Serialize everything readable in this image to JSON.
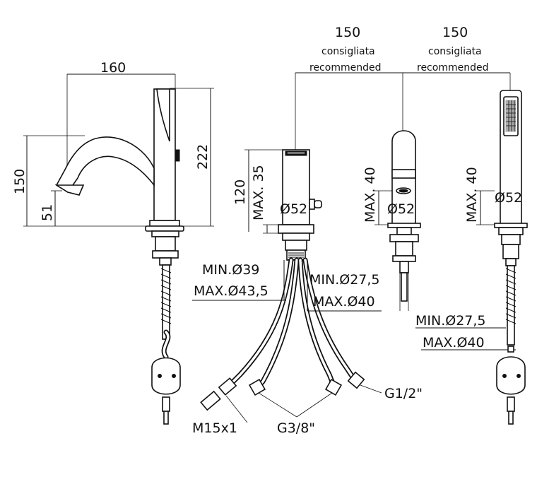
{
  "dimensions": {
    "width_160": "160",
    "height_222": "222",
    "height_150": "150",
    "height_51": "51",
    "height_120": "120",
    "max_35": "MAX. 35",
    "diam_52_a": "Ø52",
    "diam_52_b": "Ø52",
    "diam_52_c": "Ø52",
    "max_40_a": "MAX. 40",
    "max_40_b": "MAX. 40",
    "spacing_150_a": "150",
    "spacing_150_b": "150",
    "consigliata_a": "consigliata",
    "recommended_a": "recommended",
    "consigliata_b": "consigliata",
    "recommended_b": "recommended",
    "min_39": "MIN.Ø39",
    "max_43_5": "MAX.Ø43,5",
    "min_27_5_a": "MIN.Ø27,5",
    "max_40_d_a": "MAX.Ø40",
    "min_27_5_b": "MIN.Ø27,5",
    "max_40_d_b": "MAX.Ø40"
  },
  "connections": {
    "g12": "G1/2\"",
    "g38": "G3/8\"",
    "m15": "M15x1"
  }
}
